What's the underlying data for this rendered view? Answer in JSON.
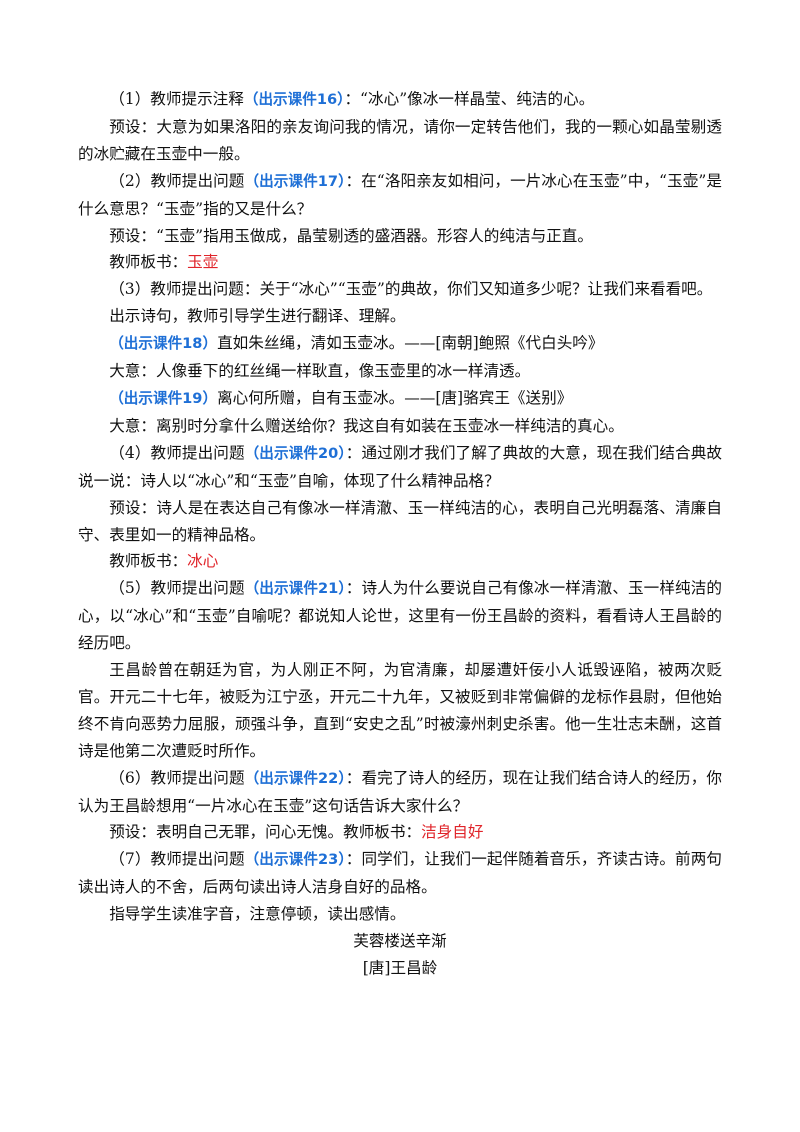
{
  "paragraphs": [
    {
      "id": "p1",
      "segments": [
        {
          "text": "（1）教师提示注释"
        },
        {
          "text": "（出示课件16）",
          "style": "c"
        },
        {
          "text": "：“冰心”像冰一样晶莹、纯洁的心。"
        }
      ]
    },
    {
      "id": "p2",
      "segments": [
        {
          "text": "预设：大意为如果洛阳的亲友询问我的情况，请你一定转告他们，我的一颗心如晶莹剔透的冰贮藏在玉壶中一般。"
        }
      ]
    },
    {
      "id": "p3",
      "segments": [
        {
          "text": "（2）教师提出问题"
        },
        {
          "text": "（出示课件17）",
          "style": "c"
        },
        {
          "text": "：在“洛阳亲友如相问，一片冰心在玉壶”中，“玉壶”是什么意思？“玉壶”指的又是什么？"
        }
      ]
    },
    {
      "id": "p4",
      "segments": [
        {
          "text": "预设：“玉壶”指用玉做成，晶莹剔透的盛酒器。形容人的纯洁与正直。"
        }
      ]
    },
    {
      "id": "p5",
      "segments": [
        {
          "text": "教师板书："
        },
        {
          "text": "玉壶",
          "style": "r"
        }
      ]
    },
    {
      "id": "p6",
      "segments": [
        {
          "text": "（3）教师提出问题：关于“冰心”“玉壶”的典故，你们又知道多少呢？让我们来看看吧。"
        }
      ]
    },
    {
      "id": "p7",
      "segments": [
        {
          "text": "出示诗句，教师引导学生进行翻译、理解。"
        }
      ]
    },
    {
      "id": "p8",
      "segments": [
        {
          "text": "（出示课件18）",
          "style": "c"
        },
        {
          "text": "直如朱丝绳，清如玉壶冰。——[南朝]鲍照《代白头吟》"
        }
      ]
    },
    {
      "id": "p9",
      "segments": [
        {
          "text": "大意：人像垂下的红丝绳一样耿直，像玉壶里的冰一样清透。"
        }
      ]
    },
    {
      "id": "p10",
      "segments": [
        {
          "text": "（出示课件19）",
          "style": "c"
        },
        {
          "text": "离心何所赠，自有玉壶冰。——[唐]骆宾王《送别》"
        }
      ]
    },
    {
      "id": "p11",
      "segments": [
        {
          "text": "大意：离别时分拿什么赠送给你？我这自有如装在玉壶冰一样纯洁的真心。"
        }
      ]
    },
    {
      "id": "p12",
      "segments": [
        {
          "text": "（4）教师提出问题"
        },
        {
          "text": "（出示课件20）",
          "style": "c"
        },
        {
          "text": "：通过刚才我们了解了典故的大意，现在我们结合典故说一说：诗人以“冰心”和“玉壶”自喻，体现了什么精神品格？"
        }
      ]
    },
    {
      "id": "p13",
      "segments": [
        {
          "text": "预设：诗人是在表达自己有像冰一样清澈、玉一样纯洁的心，表明自己光明磊落、清廉自守、表里如一的精神品格。"
        }
      ]
    },
    {
      "id": "p14",
      "segments": [
        {
          "text": "教师板书："
        },
        {
          "text": "冰心",
          "style": "r"
        }
      ]
    },
    {
      "id": "p15",
      "segments": [
        {
          "text": "（5）教师提出问题"
        },
        {
          "text": "（出示课件21）",
          "style": "c"
        },
        {
          "text": "：诗人为什么要说自己有像冰一样清澈、玉一样纯洁的心，以“冰心”和“玉壶”自喻呢？都说知人论世，这里有一份王昌龄的资料，看看诗人王昌龄的经历吧。"
        }
      ]
    },
    {
      "id": "p16",
      "segments": [
        {
          "text": "王昌龄曾在朝廷为官，为人刚正不阿，为官清廉，却屡遭奸佞小人诋毁诬陷，被两次贬官。开元二十七年，被贬为江宁丞，开元二十九年，又被贬到非常偏僻的龙标作县尉，但他始终不肯向恶势力屈服，顽强斗争，直到“安史之乱”时被濠州刺史杀害。他一生壮志未酬，这首诗是他第二次遭贬时所作。"
        }
      ]
    },
    {
      "id": "p17",
      "segments": [
        {
          "text": "（6）教师提出问题"
        },
        {
          "text": "（出示课件22）",
          "style": "c"
        },
        {
          "text": "：看完了诗人的经历，现在让我们结合诗人的经历，你认为王昌龄想用“一片冰心在玉壶”这句话告诉大家什么？"
        }
      ]
    },
    {
      "id": "p18",
      "segments": [
        {
          "text": "预设：表明自己无罪，问心无愧。教师板书："
        },
        {
          "text": "洁身自好",
          "style": "r"
        }
      ]
    },
    {
      "id": "p19",
      "segments": [
        {
          "text": "（7）教师提出问题"
        },
        {
          "text": "（出示课件23）",
          "style": "c"
        },
        {
          "text": "：同学们，让我们一起伴随着音乐，齐读古诗。前两句读出诗人的不舍，后两句读出诗人洁身自好的品格。"
        }
      ]
    },
    {
      "id": "p20",
      "segments": [
        {
          "text": "指导学生读准字音，注意停顿，读出感情。"
        }
      ]
    }
  ],
  "poem": {
    "title": "芙蓉楼送辛渐",
    "author": "[唐]王昌龄"
  }
}
